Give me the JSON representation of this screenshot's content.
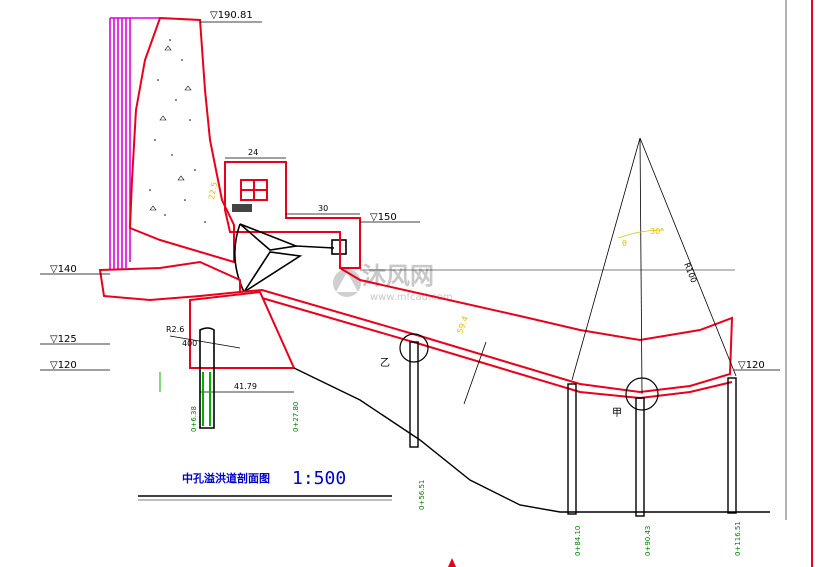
{
  "elevations": {
    "top": "▽190.81",
    "el150": "▽150",
    "el140": "▽140",
    "el125": "▽125",
    "el120_left": "▽120",
    "el120_right": "▽120"
  },
  "dimensions": {
    "gate_width": "24",
    "ledge": "30",
    "base_length": "41.79",
    "radius_small": "R2.6",
    "small_400": "400",
    "arc_radius": "R100",
    "angle_a": "θ",
    "angle_b": "30°",
    "slope_len": "59.4",
    "yellow_left": "22.5"
  },
  "stations": {
    "s1": "0+6.38",
    "s2": "0+27.80",
    "s3": "0+56.51",
    "s4": "0+84.10",
    "s5": "0+90.43",
    "s6": "0+116.51"
  },
  "callouts": {
    "yi": "乙",
    "jia": "甲"
  },
  "title": {
    "text": "中孔溢洪道剖面图",
    "scale": "1:500"
  },
  "watermark": {
    "name": "沐风网",
    "url": "www.mfcad.com"
  },
  "colors": {
    "outline": "#e8001c",
    "magenta": "#e000e0",
    "green": "#00b000",
    "concrete_dots": "#000000"
  }
}
